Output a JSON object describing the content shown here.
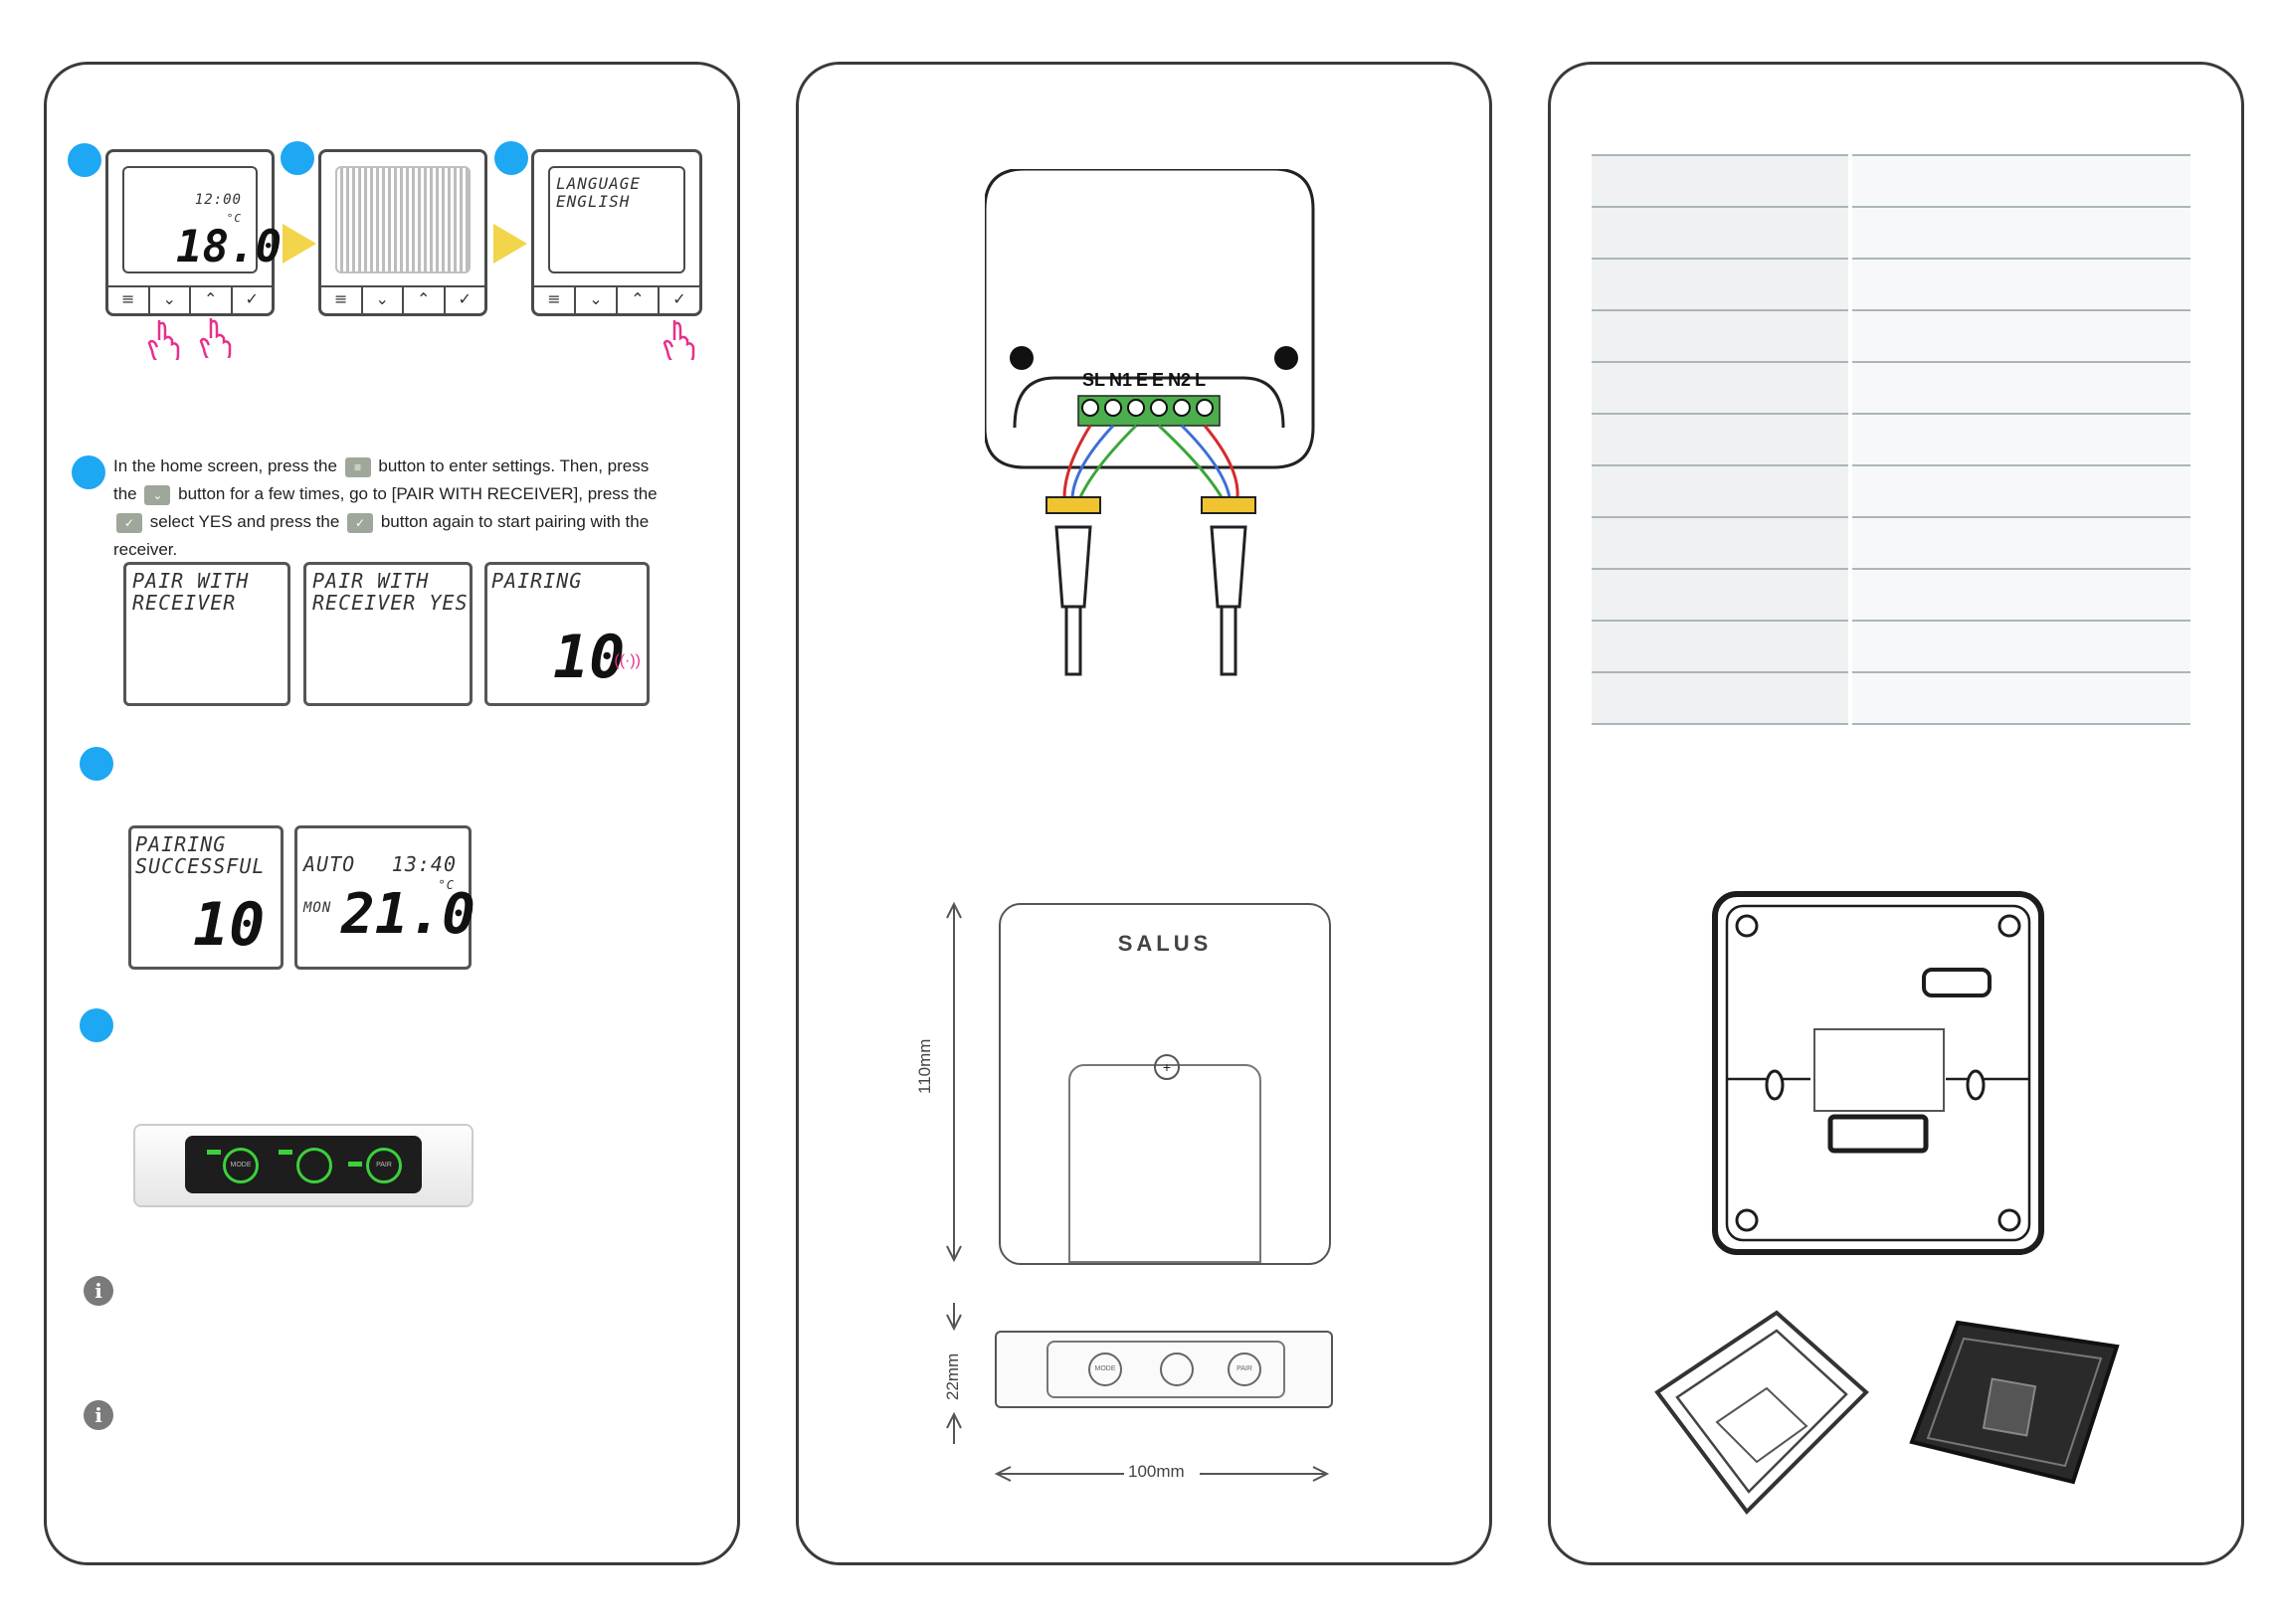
{
  "steps": {
    "step1": {
      "screen1": {
        "time": "12:00",
        "temp": "18.0",
        "unit": "°C"
      },
      "screen3": {
        "line1": "LANGUAGE",
        "line2": "ENGLISH"
      }
    },
    "instruction": {
      "part1": "In the home screen, press the",
      "part2": "button to enter settings. Then, press the",
      "part3": "button for a few times, go to [PAIR WITH RECEIVER], press the",
      "part4": "select YES and",
      "part5": "press the",
      "part6": "button again to start pairing with the receiver."
    },
    "pair_screens": [
      {
        "line1": "PAIR WITH",
        "line2": "RECEIVER"
      },
      {
        "line1": "PAIR WITH",
        "line2": "RECEIVER YES"
      },
      {
        "line1": "PAIRING",
        "number": "10"
      }
    ],
    "result_screens": {
      "success": {
        "line1": "PAIRING",
        "line2": "SUCCESSFUL",
        "number": "10"
      },
      "home": {
        "mode": "AUTO",
        "time": "13:40",
        "day": "MON",
        "temp": "21.0",
        "unit": "°C"
      }
    },
    "receiver_labels": {
      "mode": "MODE",
      "pair": "PAIR"
    }
  },
  "wiring": {
    "terminals": [
      "SL",
      "N1",
      "E",
      "E",
      "N2",
      "L"
    ]
  },
  "dimensions": {
    "brand": "SALUS",
    "height": "110mm",
    "depth": "22mm",
    "width": "100mm",
    "front_labels": {
      "mode": "MODE",
      "pair": "PAIR"
    }
  },
  "colors": {
    "accent_dot": "#1ea7f2",
    "hand_pink": "#e6308a",
    "arrow_yellow": "#f2d54a",
    "wire_red": "#d62b2b",
    "wire_blue": "#3d6fd6",
    "wire_green": "#3aa63a",
    "terminal_green": "#4cae4c",
    "led_green": "#3bd13b"
  },
  "spec_table": {
    "rows": 11
  }
}
